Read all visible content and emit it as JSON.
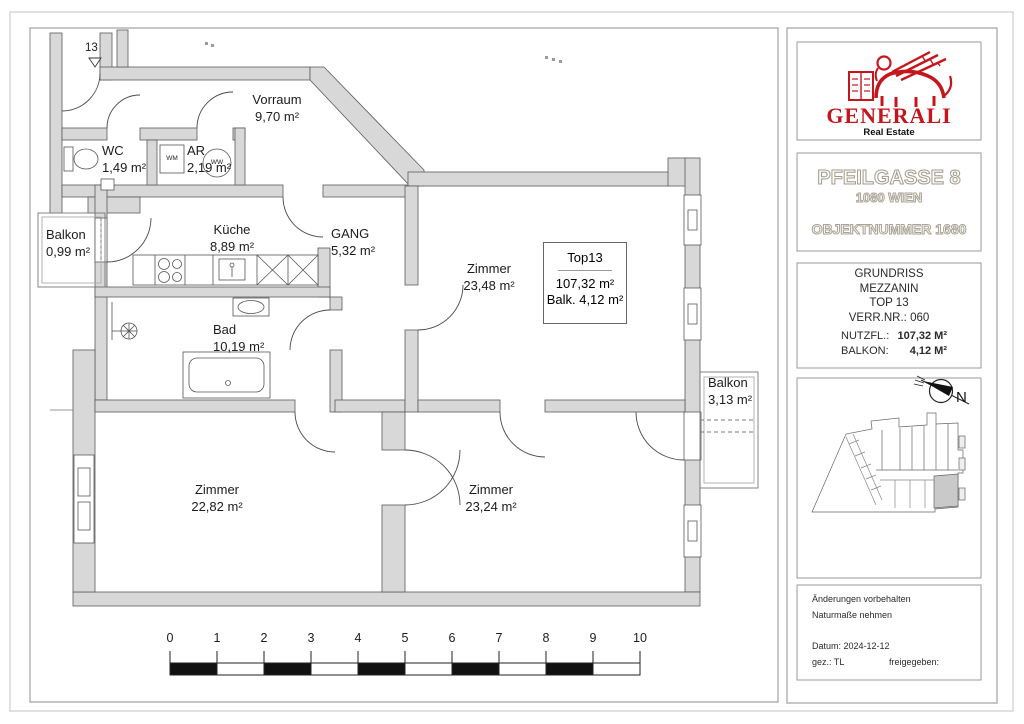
{
  "plan": {
    "entrance_label": "13",
    "rooms": [
      {
        "name": "Vorraum",
        "area": "9,70 m²"
      },
      {
        "name": "WC",
        "area": "1,49 m²"
      },
      {
        "name": "AR",
        "area": "2,19 m²"
      },
      {
        "name": "Balkon",
        "area": "0,99 m²"
      },
      {
        "name": "Küche",
        "area": "8,89 m²"
      },
      {
        "name": "GANG",
        "area": "5,32 m²"
      },
      {
        "name": "Bad",
        "area": "10,19 m²"
      },
      {
        "name": "Zimmer",
        "area": "23,48 m²"
      },
      {
        "name": "Zimmer",
        "area": "22,82 m²"
      },
      {
        "name": "Zimmer",
        "area": "23,24 m²"
      },
      {
        "name": "Balkon",
        "area": "3,13 m²"
      }
    ],
    "unit_box": {
      "title": "Top13",
      "area": "107,32 m²",
      "balcony": "Balk. 4,12 m²"
    },
    "appliance_labels": {
      "washing_machine": "WM",
      "water_heater": "WW"
    },
    "scale_bar": {
      "labels": [
        "0",
        "1",
        "2",
        "3",
        "4",
        "5",
        "6",
        "7",
        "8",
        "9",
        "10"
      ]
    }
  },
  "sidebar": {
    "logo": {
      "brand": "GENERALI",
      "subtitle": "Real Estate",
      "brand_color": "#c4161c"
    },
    "address": {
      "street": "PFEILGASSE 8",
      "city": "1080 WIEN",
      "object_number": "OBJEKTNUMMER 1680"
    },
    "info": {
      "lines": [
        "GRUNDRISS",
        "MEZZANIN",
        "TOP 13",
        "VERR.NR.: 060"
      ],
      "nutzfl_label": "NUTZFL.:",
      "nutzfl_value": "107,32 M²",
      "balkon_label": "BALKON:",
      "balkon_value": "4,12 M²"
    },
    "compass": {
      "north_label": "N"
    },
    "notes": {
      "line1": "Änderungen vorbehalten",
      "line2": "Naturmaße nehmen",
      "date": "Datum: 2024-12-12",
      "drawn_by": "gez.: TL",
      "approved": "freigegeben:"
    }
  }
}
